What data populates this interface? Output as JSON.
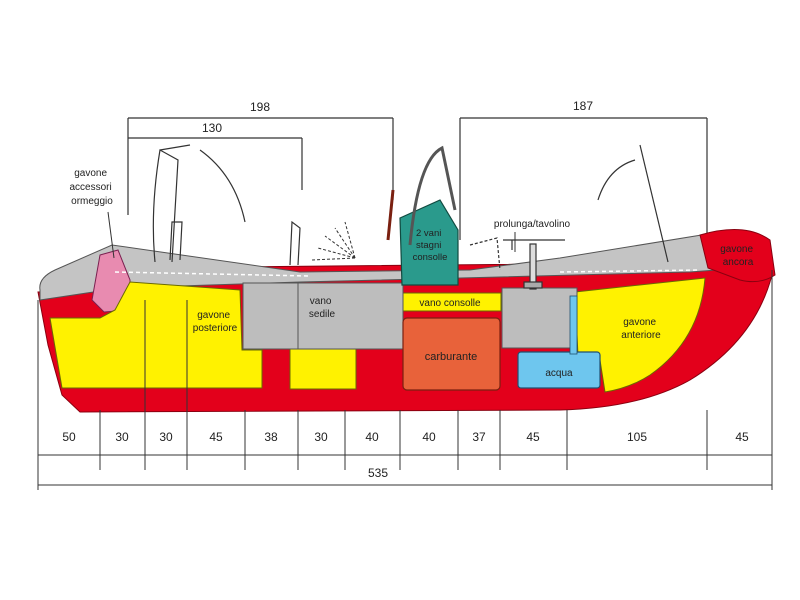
{
  "colors": {
    "hull": "#e3001b",
    "storage": "#fff200",
    "pink": "#e88bb0",
    "fuel": "#e8623a",
    "water": "#6ec6ee",
    "console": "#2a9a8c",
    "deck": "#bdbdbd",
    "line": "#333333"
  },
  "compartments": {
    "gavone_accessori": "gavone\naccessori\normeggio",
    "gavone_posteriore": "gavone\nposteriore",
    "vano_sedile": "vano\nsedile",
    "vani_stagni": "2 vani\nstagni\nconsolle",
    "prolunga": "prolunga/tavolino",
    "vano_consolle": "vano consolle",
    "carburante": "carburante",
    "acqua": "acqua",
    "gavone_anteriore": "gavone\nanteriore",
    "gavone_ancora": "gavone\nancora"
  },
  "top_dims": {
    "d198": "198",
    "d130": "130",
    "d187": "187"
  },
  "bottom_dims": [
    "50",
    "30",
    "30",
    "45",
    "38",
    "30",
    "40",
    "40",
    "37",
    "45",
    "105",
    "45"
  ],
  "total_length": "535"
}
